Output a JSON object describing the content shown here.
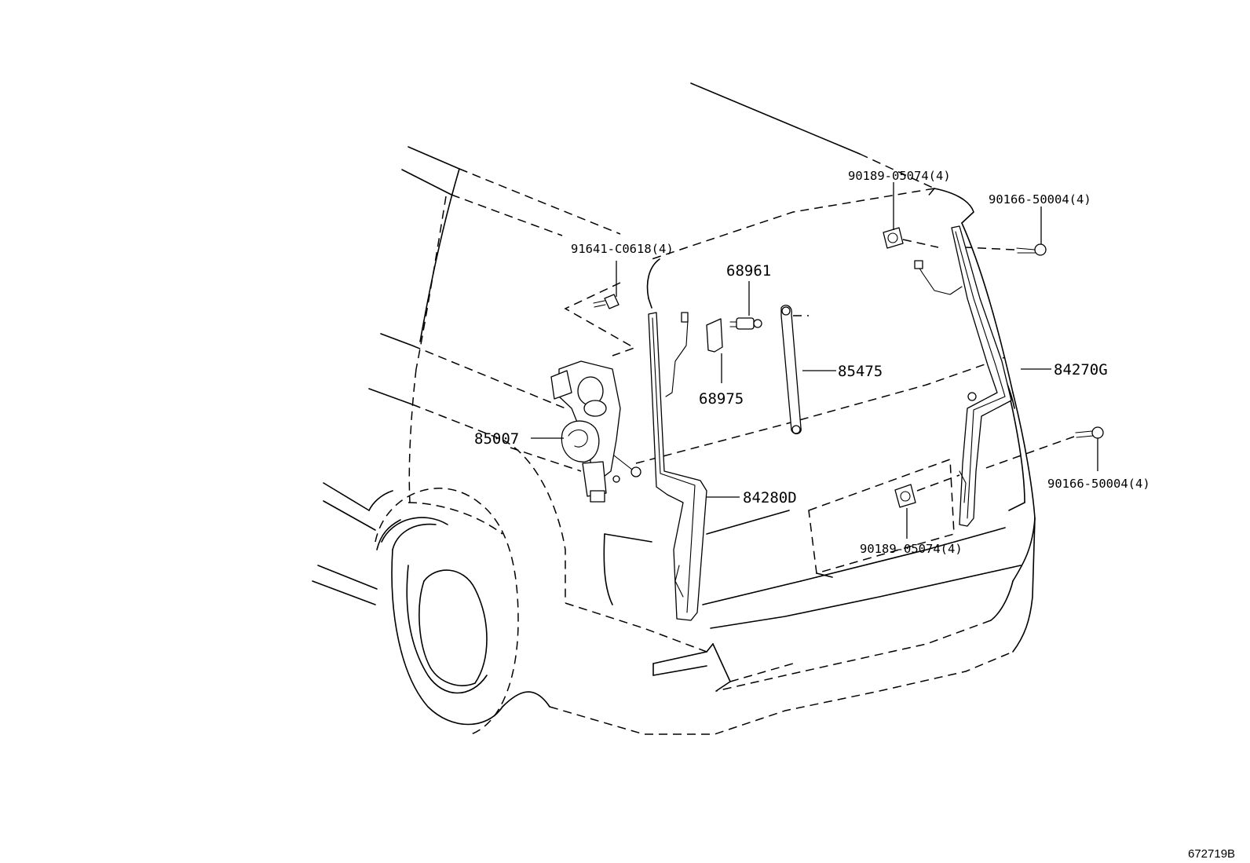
{
  "diagram_code": "672719B",
  "parts": {
    "p_90189_top": "90189-05074(4)",
    "p_90166_top": "90166-50004(4)",
    "p_91641": "91641-C0618(4)",
    "p_68961": "68961",
    "p_85475": "85475",
    "p_84270G": "84270G",
    "p_68975": "68975",
    "p_85007": "85007",
    "p_84280D": "84280D",
    "p_90166_bottom": "90166-50004(4)",
    "p_90189_bottom": "90189-05074(4)"
  }
}
